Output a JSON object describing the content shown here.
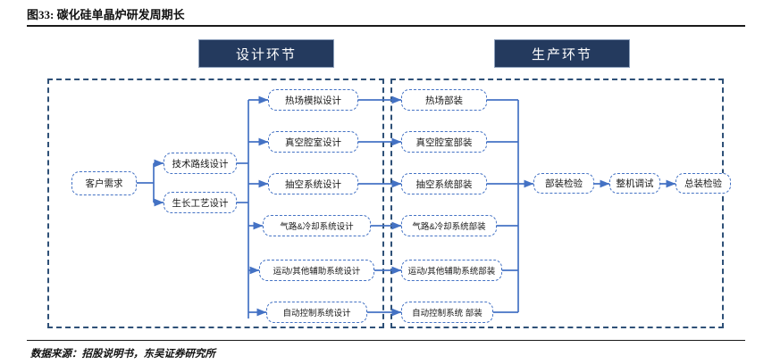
{
  "figure": {
    "title": "图33: 碳化硅单晶炉研发周期长",
    "source": "数据来源：招股说明书，东吴证券研究所"
  },
  "colors": {
    "header_fill": "#243A5E",
    "header_text": "#FFFFFF",
    "zone_border": "#2E5077",
    "node_border": "#4472C4",
    "wire": "#4472C4",
    "rule": "#1A1A1A"
  },
  "phases": [
    {
      "id": "design",
      "label": "设计环节"
    },
    {
      "id": "production",
      "label": "生产环节"
    }
  ],
  "inputs": {
    "customer": "客户需求",
    "branches": [
      {
        "label": "技术路线设计"
      },
      {
        "label": "生长工艺设计"
      }
    ]
  },
  "design_nodes": [
    {
      "label": "热场模拟设计"
    },
    {
      "label": "真空腔室设计"
    },
    {
      "label": "抽空系统设计"
    },
    {
      "label": "气路&冷却系统设计"
    },
    {
      "label": "运动/其他辅助系统设计"
    },
    {
      "label": "自动控制系统设计"
    }
  ],
  "production_nodes": [
    {
      "label": "热场部装"
    },
    {
      "label": "真空腔室部装"
    },
    {
      "label": "抽空系统部装"
    },
    {
      "label": "气路&冷却系统部装"
    },
    {
      "label": "运动/其他辅助系统部装"
    },
    {
      "label": "自动控制系统 部装"
    }
  ],
  "final_nodes": [
    {
      "label": "部装检验"
    },
    {
      "label": "整机调试"
    },
    {
      "label": "总装检验"
    }
  ]
}
